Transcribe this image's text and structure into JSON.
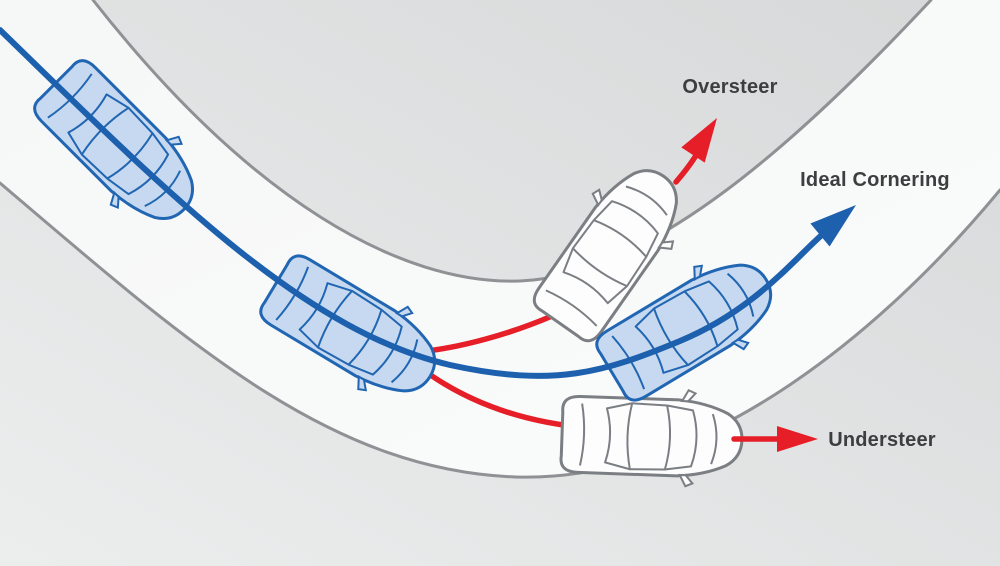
{
  "labels": {
    "oversteer": "Oversteer",
    "ideal_cornering": "Ideal Cornering",
    "understeer": "Understeer"
  },
  "colors": {
    "bg_top": "#d6d8d9",
    "bg_bottom": "#eceeee",
    "road_fill": "#f8f9f9",
    "road_edge": "#8f9295",
    "ideal_blue": "#1c60ae",
    "warn_red": "#e61e28",
    "car_blue_fill": "#c7d9f0",
    "car_blue_stroke": "#2166b2",
    "car_white_fill": "#fdfdfe",
    "car_white_stroke": "#7b7e82",
    "label_text": "#3d3e40"
  },
  "diagram": {
    "kind": "vehicle-cornering-illustration",
    "paths": [
      {
        "name": "ideal-cornering",
        "color_key": "ideal_blue"
      },
      {
        "name": "oversteer",
        "color_key": "warn_red"
      },
      {
        "name": "understeer",
        "color_key": "warn_red"
      }
    ],
    "cars": [
      {
        "name": "ideal-car-entry",
        "style": "blue"
      },
      {
        "name": "ideal-car-apex",
        "style": "blue"
      },
      {
        "name": "ideal-car-exit",
        "style": "blue"
      },
      {
        "name": "oversteer-car",
        "style": "white"
      },
      {
        "name": "understeer-car",
        "style": "white"
      }
    ]
  }
}
